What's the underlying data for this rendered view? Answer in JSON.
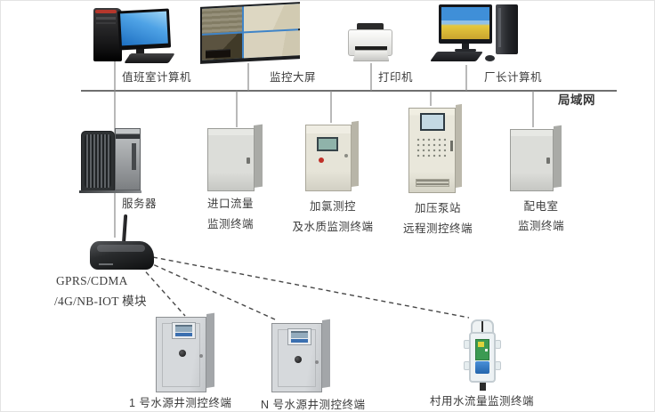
{
  "diagram": {
    "lan_label": "局域网",
    "top_row": [
      {
        "label": "值班室计算机"
      },
      {
        "label": "监控大屏"
      },
      {
        "label": "打印机"
      },
      {
        "label": "厂长计算机"
      }
    ],
    "middle_row": [
      {
        "label": "服务器"
      },
      {
        "line1": "进口流量",
        "line2": "监测终端"
      },
      {
        "line1": "加氯测控",
        "line2": "及水质监测终端"
      },
      {
        "line1": "加压泵站",
        "line2": "远程测控终端"
      },
      {
        "line1": "配电室",
        "line2": "监测终端"
      }
    ],
    "gprs": {
      "line1": "GPRS/CDMA",
      "line2": "/4G/NB-IOT 模块"
    },
    "bottom_row": [
      {
        "label": "1 号水源井测控终端"
      },
      {
        "label": "N 号水源井测控终端"
      },
      {
        "label": "村用水流量监测终端"
      }
    ],
    "colors": {
      "background": "#ffffff",
      "lan_bus_line": "#6f6f6f",
      "connector_line": "#8a8a8a",
      "wireless_dashed_line": "#474747",
      "text": "#3d3d3d"
    }
  }
}
